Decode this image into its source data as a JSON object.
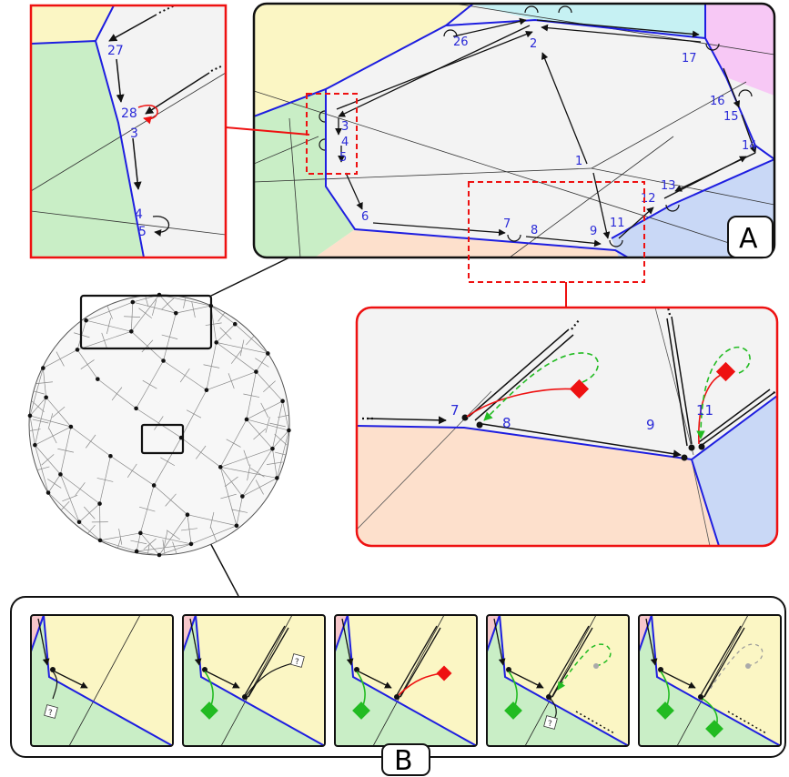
{
  "panel_labels": {
    "a": "A",
    "b": "B"
  },
  "main_numbers": [
    "1",
    "2",
    "3",
    "4",
    "5",
    "6",
    "7",
    "8",
    "9",
    "11",
    "12",
    "13",
    "14",
    "15",
    "16",
    "17",
    "26"
  ],
  "zoom_left_numbers": [
    "27",
    "28",
    "3",
    "4",
    "5"
  ],
  "zoom_right_numbers": [
    "7",
    "8",
    "9",
    "11"
  ],
  "strip_marker": "?",
  "colors": {
    "yellow": "#fbf6c4",
    "green": "#c9eec6",
    "peach": "#fde0cc",
    "cyan": "#c6f1f3",
    "magenta": "#f7c8f5",
    "blue": "#c9d8f6",
    "gray": "#f3f3f3",
    "pink": "#f6c7cb",
    "edge": "#1e1ee0",
    "red": "#ee1111",
    "green_arrow": "#22bb22",
    "label": "#2a2ad8"
  }
}
